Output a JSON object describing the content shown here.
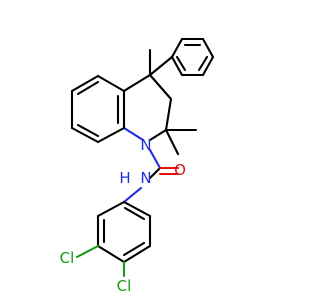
{
  "colors": {
    "background": "#ffffff",
    "carbon_bond": "#000000",
    "nitrogen": "#1f2fe0",
    "oxygen": "#e01010",
    "chlorine": "#159b15"
  },
  "atom_labels": {
    "ring_n": "N",
    "amide_nh": "H",
    "amide_n": "N",
    "carbonyl_o": "O",
    "cl_meta": "Cl",
    "cl_para": "Cl"
  }
}
